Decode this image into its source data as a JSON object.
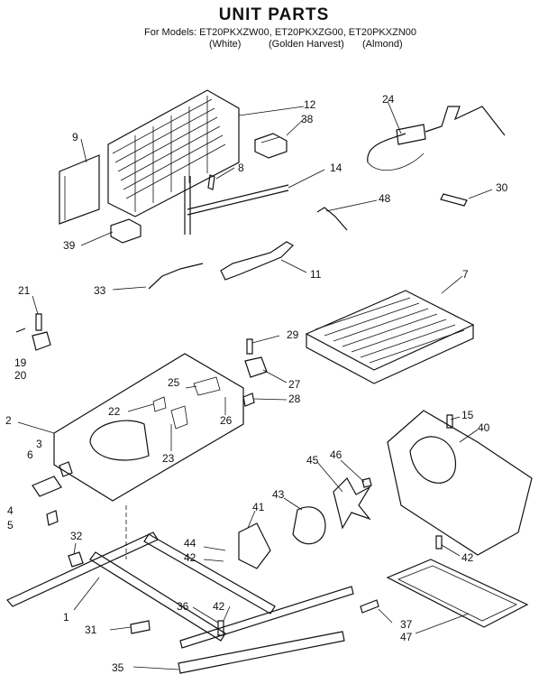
{
  "header": {
    "title": "UNIT PARTS",
    "models_line": "For Models: ET20PKXZW00, ET20PKXZG00, ET20PKXZN00",
    "color_white": "(White)",
    "color_golden": "(Golden Harvest)",
    "color_almond": "(Almond)"
  },
  "callouts": {
    "c1": "1",
    "c2": "2",
    "c3": "3",
    "c4": "4",
    "c5": "5",
    "c6": "6",
    "c7": "7",
    "c8": "8",
    "c9": "9",
    "c11": "11",
    "c12": "12",
    "c14": "14",
    "c15": "15",
    "c19": "19",
    "c20": "20",
    "c21": "21",
    "c22": "22",
    "c23": "23",
    "c24": "24",
    "c25": "25",
    "c26": "26",
    "c27": "27",
    "c28": "28",
    "c29": "29",
    "c30": "30",
    "c31": "31",
    "c32": "32",
    "c33": "33",
    "c35": "35",
    "c36": "36",
    "c37": "37",
    "c38": "38",
    "c39": "39",
    "c40": "40",
    "c41": "41",
    "c42a": "42",
    "c42b": "42",
    "c42c": "42",
    "c43": "43",
    "c44": "44",
    "c45": "45",
    "c46": "46",
    "c47": "47",
    "c48": "48"
  }
}
